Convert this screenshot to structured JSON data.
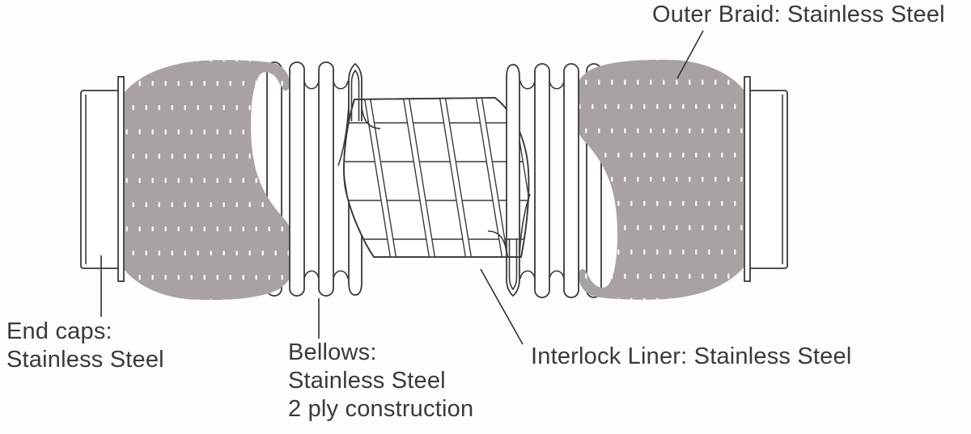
{
  "labels": {
    "outer_braid": "Outer Braid: Stainless Steel",
    "end_caps": {
      "line1": "End caps:",
      "line2": "Stainless Steel"
    },
    "bellows": {
      "line1": "Bellows:",
      "line2": "Stainless Steel",
      "line3": "2 ply construction"
    },
    "interlock_liner": "Interlock Liner: Stainless Steel"
  },
  "colors": {
    "background": "#fdfdfc",
    "line": "#3a3a3a",
    "braid_fill": "#a8a3a0",
    "braid_texture": "#ffffff",
    "text": "#3a3a3a"
  }
}
